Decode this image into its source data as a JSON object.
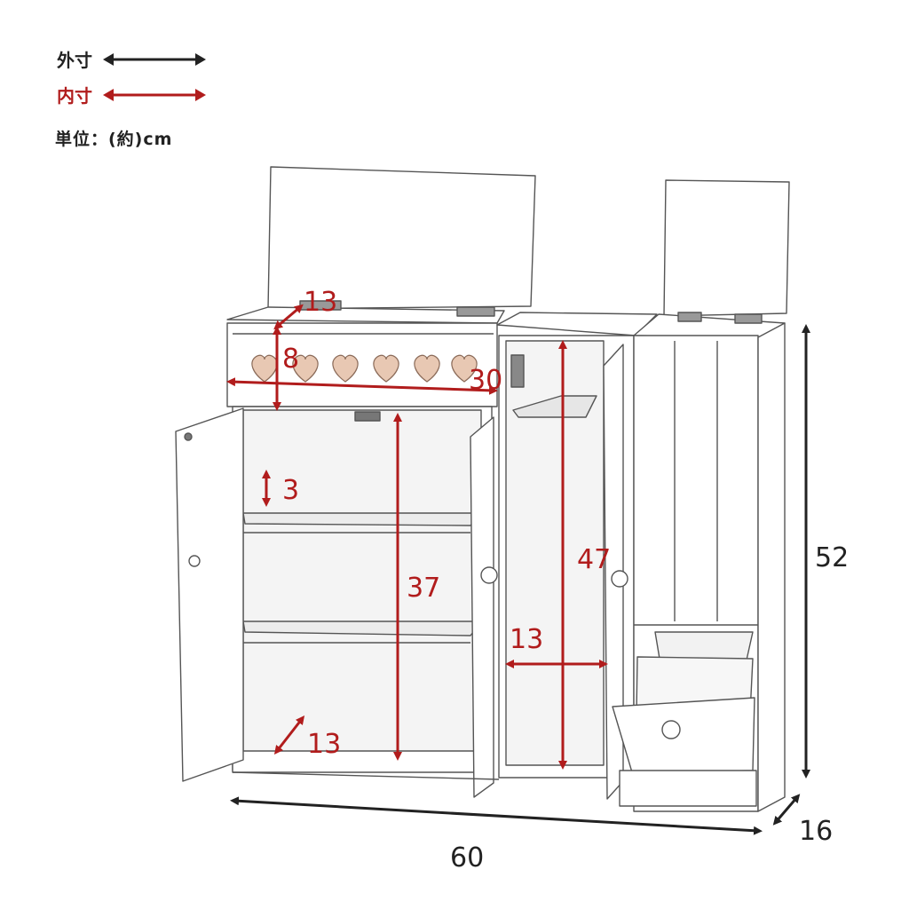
{
  "legend": {
    "outer_label": "外寸",
    "inner_label": "内寸",
    "outer_color": "#222222",
    "inner_color": "#b11c1c",
    "unit_note": "単位：(約)cm"
  },
  "outer_dimensions": {
    "width": "60",
    "height": "52",
    "depth": "16"
  },
  "inner_dimensions": {
    "top_box_depth": "13",
    "top_box_height": "8",
    "top_box_width": "30",
    "shelf_gap": "3",
    "cabinet_height": "37",
    "cabinet_depth": "13",
    "middle_height": "47",
    "middle_width": "13"
  }
}
